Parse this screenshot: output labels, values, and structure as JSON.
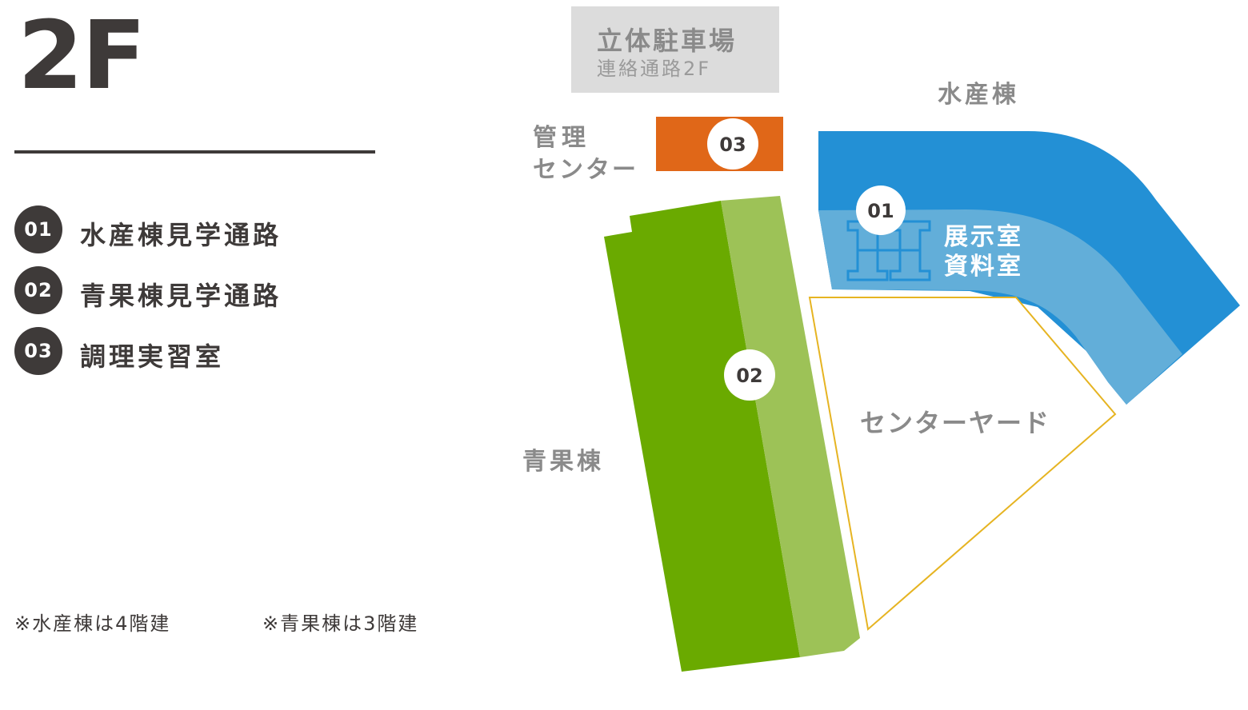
{
  "floor": "2F",
  "legend": [
    {
      "num": "01",
      "label": "水産棟見学通路"
    },
    {
      "num": "02",
      "label": "青果棟見学通路"
    },
    {
      "num": "03",
      "label": "調理実習室"
    }
  ],
  "notes": [
    "※水産棟は4階建",
    "※青果棟は3階建"
  ],
  "map": {
    "parking_title": "立体駐車場",
    "parking_sub": "連絡通路2F",
    "admin_line1": "管理",
    "admin_line2": "センター",
    "marine_building": "水産棟",
    "produce_building": "青果棟",
    "yard": "センターヤード",
    "exhibit_line1": "展示室",
    "exhibit_line2": "資料室",
    "marker_01": "01",
    "marker_02": "02",
    "marker_03": "03"
  },
  "colors": {
    "dark": "#3e3a39",
    "orange": "#e06718",
    "blue": "#2390d5",
    "light_blue": "#62aed9",
    "green": "#6aaa00",
    "light_green": "#9dc257",
    "yard_outline": "#e6b422",
    "parking_bg": "#dcdcdc",
    "label_gray": "#8a8a8a"
  }
}
